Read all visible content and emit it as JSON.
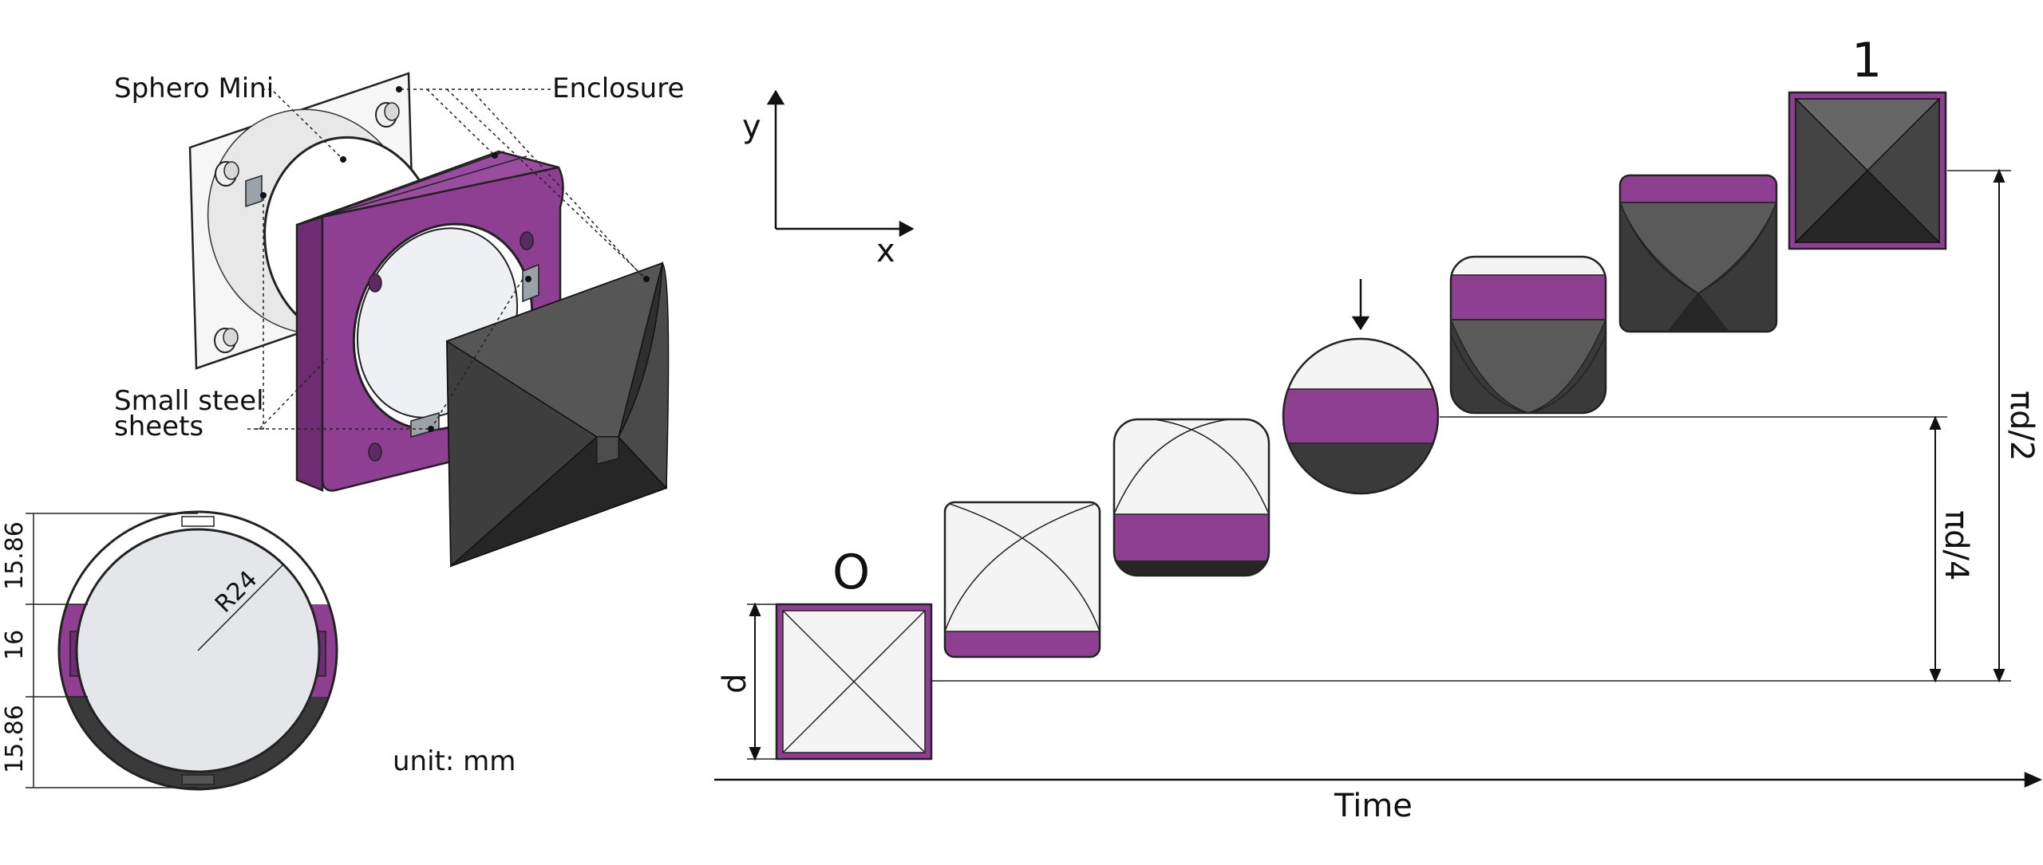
{
  "labels": {
    "sphero_mini": "Sphero Mini",
    "enclosure": "Enclosure",
    "steel_line1": "Small steel",
    "steel_line2": "sheets",
    "radius": "R24",
    "unit": "unit: mm",
    "dim_top": "15.86",
    "dim_mid": "16",
    "dim_bot": "15.86",
    "axis_y": "y",
    "axis_x": "x",
    "state_start": "O",
    "state_end": "1",
    "dim_d": "d",
    "dim_pi4": "πd/4",
    "dim_pi2": "πd/2",
    "time": "Time"
  },
  "colors": {
    "purple": "#8e3f92",
    "purple_dark": "#6e2c72",
    "dark": "#3a3a3a",
    "darker": "#262626",
    "mid": "#5a5a5a",
    "light": "#f4f4f4",
    "pale": "#e4e6ea"
  }
}
